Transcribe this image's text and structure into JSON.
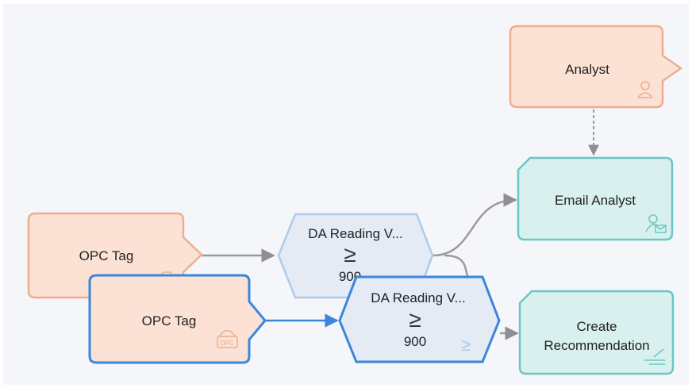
{
  "nodes": {
    "analyst": {
      "label": "Analyst",
      "icon": "person-icon"
    },
    "email_analyst": {
      "label": "Email Analyst",
      "icon": "person-mail-icon"
    },
    "opc_tag_1": {
      "label": "OPC Tag",
      "icon": "opc-icon"
    },
    "opc_tag_2": {
      "label": "OPC Tag",
      "icon": "opc-icon",
      "icon_text": "OPC",
      "selected": true
    },
    "da_reading_1": {
      "label": "DA Reading V...",
      "operator": "≥",
      "value": "900"
    },
    "da_reading_2": {
      "label": "DA Reading V...",
      "operator": "≥",
      "value": "900",
      "selected": true
    },
    "create_recommendation": {
      "label_line1": "Create",
      "label_line2": "Recommendation",
      "icon": "recommendation-icon"
    }
  },
  "colors": {
    "canvas_bg": "#f4f6fa",
    "input_fill": "#fbe2d4",
    "input_stroke": "#eeae8e",
    "action_fill": "#d8f0ee",
    "action_stroke": "#6ac7c4",
    "cond_fill": "#e4ebf5",
    "cond_stroke": "#aecce8",
    "selected_stroke": "#3b86dc",
    "edge": "#9b9b9b"
  }
}
